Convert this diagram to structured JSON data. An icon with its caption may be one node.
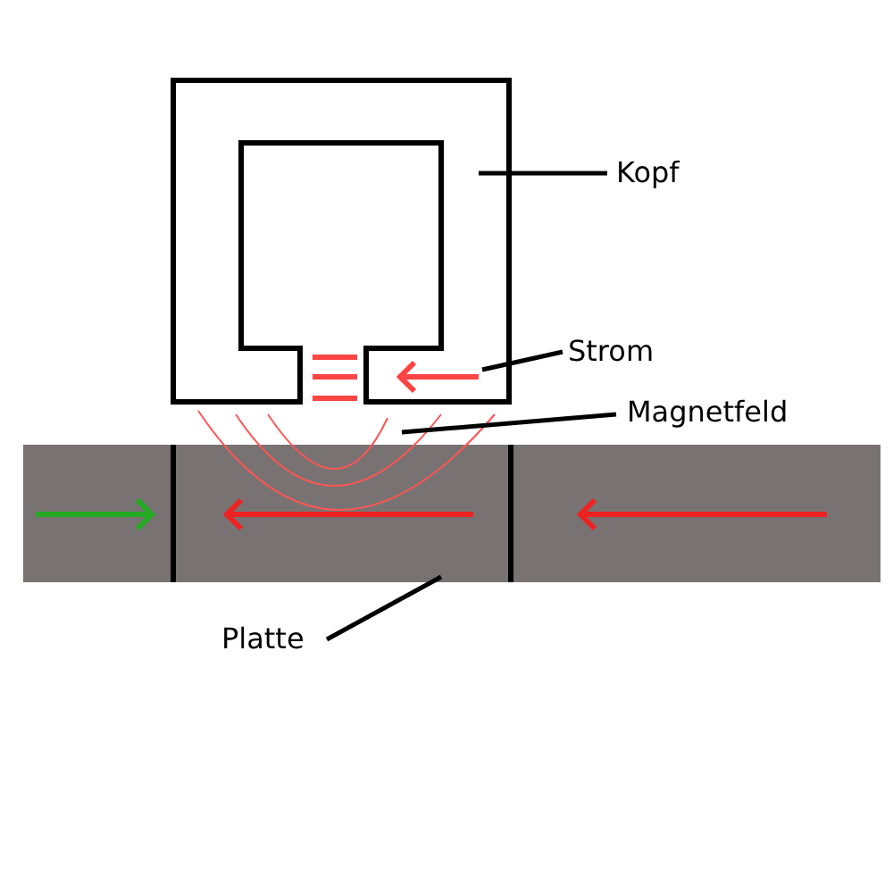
{
  "diagram": {
    "nodes": [
      {
        "text": [
          "Kopf"
        ]
      },
      {
        "text": [],
        "shape": "box"
      },
      {
        "text": [
          "Strom"
        ]
      },
      {
        "text": [],
        "shape": "arrow",
        "in": 1
      },
      {
        "text": [
          "Magnetfeld"
        ]
      },
      {
        "text": [],
        "shape": "arc"
      },
      {
        "text": [
          "Platte"
        ]
      },
      {
        "text": [],
        "shape": "bar"
      }
    ],
    "edges": [
      {
        "from": 0,
        "to": 1,
        "arrow": "none"
      },
      {
        "from": 2,
        "to": 3,
        "arrow": "none"
      },
      {
        "from": 4,
        "to": 5,
        "arrow": "none"
      },
      {
        "from": 6,
        "to": 7,
        "arrow": "none"
      }
    ]
  }
}
